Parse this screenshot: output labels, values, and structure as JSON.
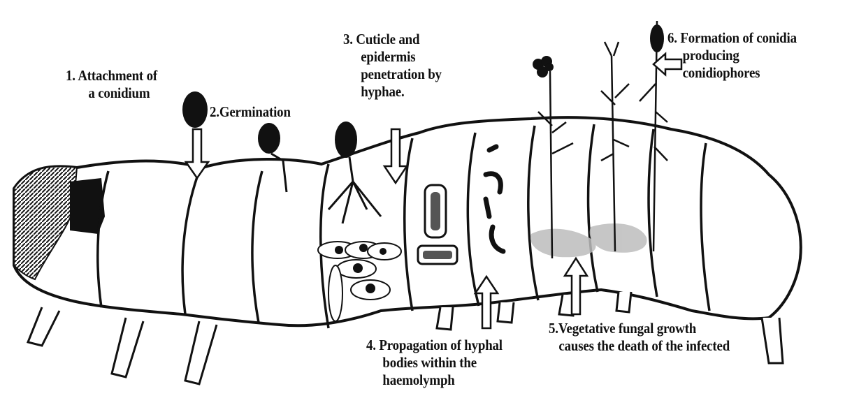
{
  "figure": {
    "labels": [
      {
        "id": "attachment",
        "lines": [
          "1. Attachment of",
          "a conidium"
        ]
      },
      {
        "id": "germination",
        "lines": [
          "2.Germination"
        ]
      },
      {
        "id": "penetration",
        "lines": [
          "3. Cuticle and",
          "epidermis",
          "penetration by",
          "hyphae."
        ]
      },
      {
        "id": "propagation",
        "lines": [
          "4. Propagation of hyphal",
          "bodies within the",
          "haemolymph"
        ]
      },
      {
        "id": "vegetative",
        "lines": [
          "5.Vegetative fungal growth",
          "causes the death of the infected"
        ]
      },
      {
        "id": "conidia",
        "lines": [
          "6. Formation of conidia",
          "producing",
          "conidiophores"
        ]
      }
    ],
    "colors": {
      "ink": "#111111",
      "background": "#ffffff",
      "fungal_patch": "#bdbdbd",
      "hypha_fill": "#555555"
    }
  }
}
